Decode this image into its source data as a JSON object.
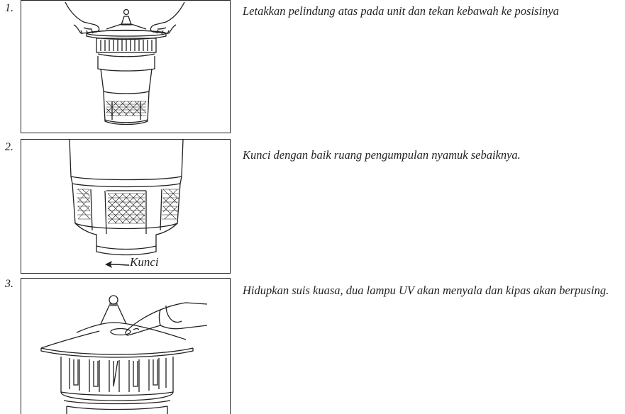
{
  "steps": [
    {
      "number": "1.",
      "text": "Letakkan pelindung atas pada unit dan tekan kebawah ke posisinya",
      "illustration_icon": "hands-placing-top-cover-icon"
    },
    {
      "number": "2.",
      "text": "Kunci dengan baik ruang pengumpulan nyamuk sebaiknya.",
      "illustration_icon": "twist-lock-collection-chamber-icon",
      "arrow_label": "Kunci"
    },
    {
      "number": "3.",
      "text": "Hidupkan suis kuasa, dua lampu UV akan menyala dan kipas akan berpusing.",
      "illustration_icon": "finger-pressing-power-switch-icon"
    }
  ]
}
